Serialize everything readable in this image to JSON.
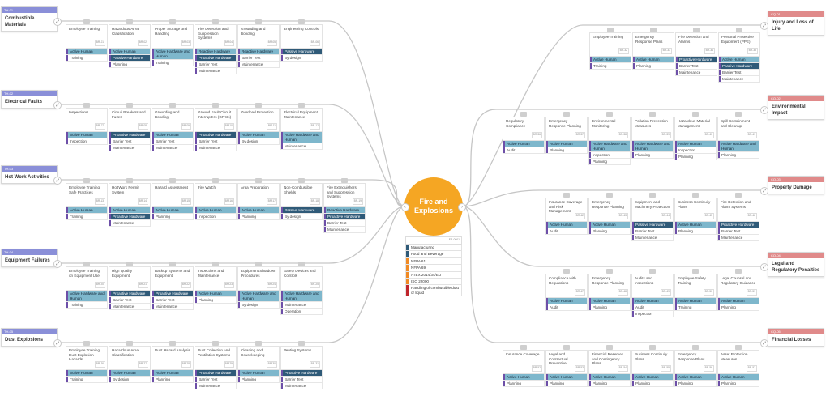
{
  "center": {
    "label": "Fire and Explosions"
  },
  "legend": {
    "code": "EP-0001",
    "items": [
      {
        "text": "Manufacturing",
        "color": "#2f5a78"
      },
      {
        "text": "Food and Beverage",
        "color": "#2f5a78"
      },
      {
        "text": "NFPA 61",
        "color": "#f08a24"
      },
      {
        "text": "NFPA 69",
        "color": "#f08a24"
      },
      {
        "text": "ATEX 2014/34/EU",
        "color": "#f08a24"
      },
      {
        "text": "ISO 22000",
        "color": "#f08a24"
      },
      {
        "text": "Handling of combustible dust or liquid",
        "color": "#c0252b"
      }
    ]
  },
  "causes": [
    {
      "code": "TH-01",
      "label": "Combustible Materials",
      "cards": [
        {
          "title": "Employee Training",
          "code": "BR-01",
          "rows": [
            "Active Human",
            "Training"
          ]
        },
        {
          "title": "Hazardous Area Classification",
          "code": "BR-02",
          "rows": [
            "Active Human",
            "Passive Hardware",
            "Planning"
          ]
        },
        {
          "title": "Proper Storage and Handling",
          "code": "BR-03",
          "rows": [
            "Active Hardware and Human",
            "Training"
          ]
        },
        {
          "title": "Fire Detection and Suppression Systems",
          "code": "BR-04",
          "rows": [
            "Reactive Hardware",
            "Proactive Hardware",
            "Barrier Test",
            "Maintenance"
          ]
        },
        {
          "title": "Grounding and Bonding",
          "code": "BR-05",
          "rows": [
            "Reactive Hardware",
            "Barrier Test",
            "Maintenance"
          ]
        },
        {
          "title": "Engineering Controls",
          "code": "BR-06",
          "rows": [
            "Passive Hardware",
            "By design"
          ]
        }
      ]
    },
    {
      "code": "TH-02",
      "label": "Electrical Faults",
      "cards": [
        {
          "title": "Inspections",
          "code": "BR-07",
          "rows": [
            "Active Human",
            "Inspection"
          ]
        },
        {
          "title": "Circuit Breakers and Fuses",
          "code": "BR-08",
          "rows": [
            "Proactive Hardware",
            "Barrier Test",
            "Maintenance"
          ]
        },
        {
          "title": "Grounding and Bonding",
          "code": "BR-09",
          "rows": [
            "Active Human",
            "Barrier Test",
            "Maintenance"
          ]
        },
        {
          "title": "Ground Fault Circuit Interrupters (GFCIs)",
          "code": "BR-10",
          "rows": [
            "Proactive Hardware",
            "Barrier Test",
            "Maintenance"
          ]
        },
        {
          "title": "Overload Protection",
          "code": "BR-11",
          "rows": [
            "Active Human",
            "By design"
          ]
        },
        {
          "title": "Electrical Equipment Maintenance",
          "code": "BR-12",
          "rows": [
            "Active Hardware and Human",
            "Maintenance"
          ]
        }
      ]
    },
    {
      "code": "TH-03",
      "label": "Hot Work Activities",
      "cards": [
        {
          "title": "Employee Training Safe Practices",
          "code": "BR-13",
          "rows": [
            "Active Human",
            "Training"
          ]
        },
        {
          "title": "Hot Work Permit System",
          "code": "BR-14",
          "rows": [
            "Active Human",
            "Proactive Hardware",
            "Maintenance"
          ]
        },
        {
          "title": "Hazard Assessment",
          "code": "BR-15",
          "rows": [
            "Active Human",
            "Planning"
          ]
        },
        {
          "title": "Fire Watch",
          "code": "BR-16",
          "rows": [
            "Active Human",
            "Inspection"
          ]
        },
        {
          "title": "Area Preparation",
          "code": "BR-17",
          "rows": [
            "Active Human",
            "Planning"
          ]
        },
        {
          "title": "Non-Combustible Shields",
          "code": "BR-18",
          "rows": [
            "Passive Hardware",
            "By design"
          ]
        },
        {
          "title": "Fire Extinguishers and Suppression Systems",
          "code": "BR-19",
          "rows": [
            "Reactive Hardware",
            "Proactive Hardware",
            "Barrier Test",
            "Maintenance"
          ]
        }
      ]
    },
    {
      "code": "TH-04",
      "label": "Equipment Failures",
      "cards": [
        {
          "title": "Employee Training on Equipment Use",
          "code": "BR-20",
          "rows": [
            "Active Hardware and Human",
            "Training"
          ]
        },
        {
          "title": "High Quality Equipment",
          "code": "BR-21",
          "rows": [
            "Proactive Hardware",
            "Barrier Test",
            "Maintenance"
          ]
        },
        {
          "title": "Backup Systems and Equipment",
          "code": "BR-22",
          "rows": [
            "Proactive Hardware",
            "Barrier Test",
            "Maintenance"
          ]
        },
        {
          "title": "Inspections and Maintenance",
          "code": "BR-23",
          "rows": [
            "Active Human",
            "Planning"
          ]
        },
        {
          "title": "Equipment Shutdown Procedures",
          "code": "BR-24",
          "rows": [
            "Active Hardware and Human",
            "By design"
          ]
        },
        {
          "title": "Safety Devices and Controls",
          "code": "BR-25",
          "rows": [
            "Active Hardware and Human",
            "Maintenance",
            "Operation"
          ]
        }
      ]
    },
    {
      "code": "TH-05",
      "label": "Dust Explosions",
      "cards": [
        {
          "title": "Employee Training Dust Explosion Hazards",
          "code": "BR-26",
          "rows": [
            "Active Human",
            "Training"
          ]
        },
        {
          "title": "Hazardous Area Classification",
          "code": "BR-27",
          "rows": [
            "Active Human",
            "By design"
          ]
        },
        {
          "title": "Dust Hazard Analysis",
          "code": "BR-28",
          "rows": [
            "Active Human",
            "Planning"
          ]
        },
        {
          "title": "Dust Collection and Ventilation Systems",
          "code": "BR-29",
          "rows": [
            "Proactive Hardware",
            "Barrier Test",
            "Maintenance"
          ]
        },
        {
          "title": "Cleaning and Housekeeping",
          "code": "BR-30",
          "rows": [
            "Active Human",
            "Planning"
          ]
        },
        {
          "title": "Venting Systems",
          "code": "BR-31",
          "rows": [
            "Proactive Hardware",
            "Barrier Test",
            "Maintenance"
          ]
        }
      ]
    }
  ],
  "consequences": [
    {
      "code": "CQ-01",
      "label": "Injury and Loss of Life",
      "cards": [
        {
          "title": "Employee Training",
          "code": "BR-32",
          "rows": [
            "Active Human",
            "Training"
          ]
        },
        {
          "title": "Emergency Response Plans",
          "code": "BR-33",
          "rows": [
            "Active Human",
            "Planning"
          ]
        },
        {
          "title": "Fire Detection and Alarms",
          "code": "BR-34",
          "rows": [
            "Proactive Hardware",
            "Barrier Test",
            "Maintenance"
          ]
        },
        {
          "title": "Personal Protective Equipment (PPE)",
          "code": "BR-35",
          "rows": [
            "Active Human",
            "Passive Hardware",
            "Barrier Test",
            "Maintenance"
          ]
        }
      ]
    },
    {
      "code": "CQ-02",
      "label": "Environmental Impact",
      "cards": [
        {
          "title": "Regulatory Compliance",
          "code": "BR-36",
          "rows": [
            "Active Human",
            "Audit"
          ]
        },
        {
          "title": "Emergency Response Planning",
          "code": "BR-37",
          "rows": [
            "Active Human",
            "Planning"
          ]
        },
        {
          "title": "Environmental Monitoring",
          "code": "BR-38",
          "rows": [
            "Active Hardware and Human",
            "Inspection",
            "Planning"
          ]
        },
        {
          "title": "Pollution Prevention Measures",
          "code": "BR-39",
          "rows": [
            "Active Hardware and Human",
            "Planning"
          ]
        },
        {
          "title": "Hazardous Material Management",
          "code": "BR-40",
          "rows": [
            "Active Human",
            "Inspection",
            "Planning"
          ]
        },
        {
          "title": "Spill Containment and Cleanup",
          "code": "BR-41",
          "rows": [
            "Active Hardware and Human",
            "Planning"
          ]
        }
      ]
    },
    {
      "code": "CQ-03",
      "label": "Property Damage",
      "cards": [
        {
          "title": "Insurance Coverage and Risk Management",
          "code": "BR-42",
          "rows": [
            "Active Human",
            "Audit"
          ]
        },
        {
          "title": "Emergency Response Planning",
          "code": "BR-43",
          "rows": [
            "Active Human",
            "Planning"
          ]
        },
        {
          "title": "Equipment and Machinery Protection",
          "code": "BR-44",
          "rows": [
            "Passive Hardware",
            "Barrier Test",
            "Maintenance"
          ]
        },
        {
          "title": "Business Continuity Plans",
          "code": "BR-45",
          "rows": [
            "Active Human",
            "Planning"
          ]
        },
        {
          "title": "Fire Detection and Alarm Systems",
          "code": "BR-46",
          "rows": [
            "Proactive Hardware",
            "Barrier Test",
            "Maintenance"
          ]
        }
      ]
    },
    {
      "code": "CQ-04",
      "label": "Legal and Regulatory Penalties",
      "cards": [
        {
          "title": "Compliance with Regulations",
          "code": "BR-47",
          "rows": [
            "Active Human",
            "Audit"
          ]
        },
        {
          "title": "Emergency Response Planning",
          "code": "BR-48",
          "rows": [
            "Active Human",
            "Planning"
          ]
        },
        {
          "title": "Audits and Inspections",
          "code": "BR-49",
          "rows": [
            "Active Human",
            "Audit",
            "Inspection"
          ]
        },
        {
          "title": "Employee Safety Training",
          "code": "BR-50",
          "rows": [
            "Active Human",
            "Training"
          ]
        },
        {
          "title": "Legal Counsel and Regulatory Guidance",
          "code": "BR-51",
          "rows": [
            "Active Human",
            "Planning"
          ]
        }
      ]
    },
    {
      "code": "CQ-05",
      "label": "Financial Losses",
      "cards": [
        {
          "title": "Insurance Coverage",
          "code": "BR-52",
          "rows": [
            "Active Human",
            "Planning"
          ]
        },
        {
          "title": "Legal and Contractual Preventive...",
          "code": "BR-53",
          "rows": [
            "Active Human",
            "Planning"
          ]
        },
        {
          "title": "Financial Reserves and Contingency Plans",
          "code": "BR-54",
          "rows": [
            "Active Human",
            "Planning"
          ]
        },
        {
          "title": "Business Continuity Plans",
          "code": "BR-55",
          "rows": [
            "Active Human",
            "Planning"
          ]
        },
        {
          "title": "Emergency Response Plans",
          "code": "BR-56",
          "rows": [
            "Active Human",
            "Planning"
          ]
        },
        {
          "title": "Asset Protection Measures",
          "code": "BR-57",
          "rows": [
            "Active Human",
            "Planning"
          ]
        }
      ]
    }
  ],
  "colors": {
    "cause_bar": "#8a8fd8",
    "consequence_bar": "#e08a8a",
    "center": "#f5a623",
    "wire": "#c6c6c6"
  }
}
